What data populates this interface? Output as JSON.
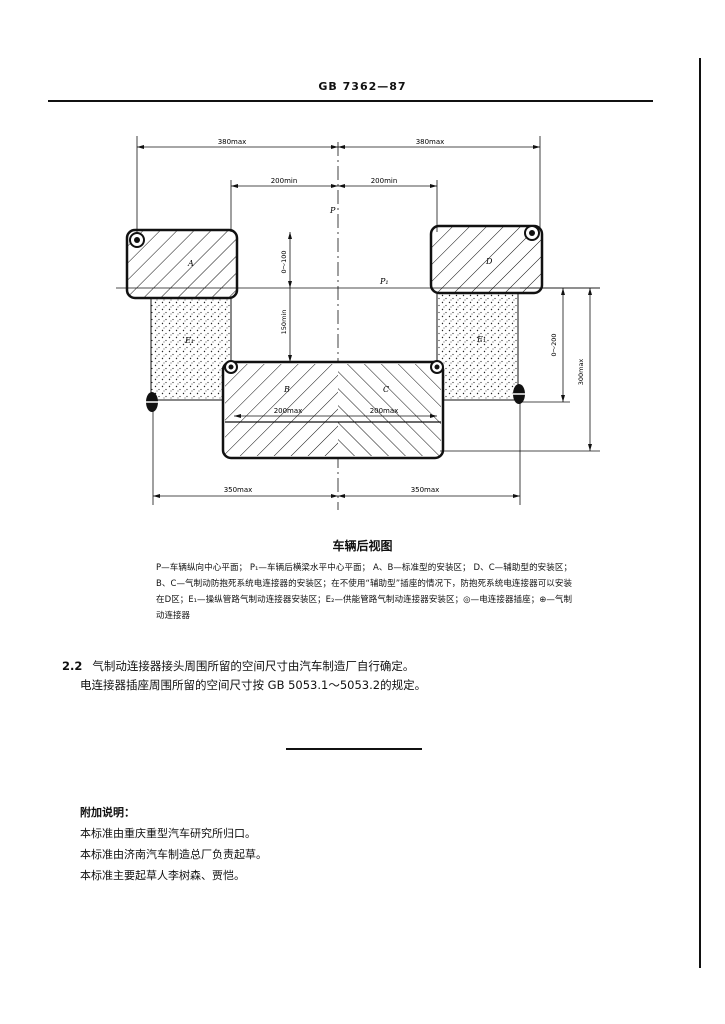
{
  "header": {
    "doc_number": "GB 7362—87"
  },
  "figure": {
    "top_left_dim": "380max",
    "top_right_dim": "380max",
    "inner_left_dim": "200min",
    "inner_right_dim": "200min",
    "label_P": "P",
    "label_P1": "P₁",
    "zone_A": "A",
    "zone_B": "B",
    "zone_C": "C",
    "zone_D": "D",
    "zone_E1_left": "E₁",
    "zone_E1_right": "E₁",
    "dim_0_100": "0～100",
    "dim_150min": "150min",
    "dim_0_200": "0～200",
    "dim_300max": "300max",
    "dim_200max_left": "200max",
    "dim_200max_right": "200max",
    "bottom_left_dim": "350max",
    "bottom_right_dim": "350max"
  },
  "caption": "车辆后视图",
  "legend": [
    "P—车辆纵向中心平面； P₁—车辆后横梁水平中心平面； A、B—标准型的安装区； D、C—辅助型的安装区； B、C—气制动防抱死系统电连接器的安装区；在不使用“辅助型”插座的情况下，防抱死系统电连接器可以安装在D区；E₁—操纵管路气制动连接器安装区；E₂—供能管路气制动连接器安装区；◎—电连接器插座；⊕—气制动连接器"
  ],
  "section": {
    "number": "2.2",
    "line1": "气制动连接器接头周围所留的空间尺寸由汽车制造厂自行确定。",
    "line2": "电连接器插座周围所留的空间尺寸按 GB 5053.1～5053.2的规定。"
  },
  "notes": {
    "title": "附加说明：",
    "items": [
      "本标准由重庆重型汽车研究所归口。",
      "本标准由济南汽车制造总厂负责起草。",
      "本标准主要起草人李树森、贾恺。"
    ]
  }
}
